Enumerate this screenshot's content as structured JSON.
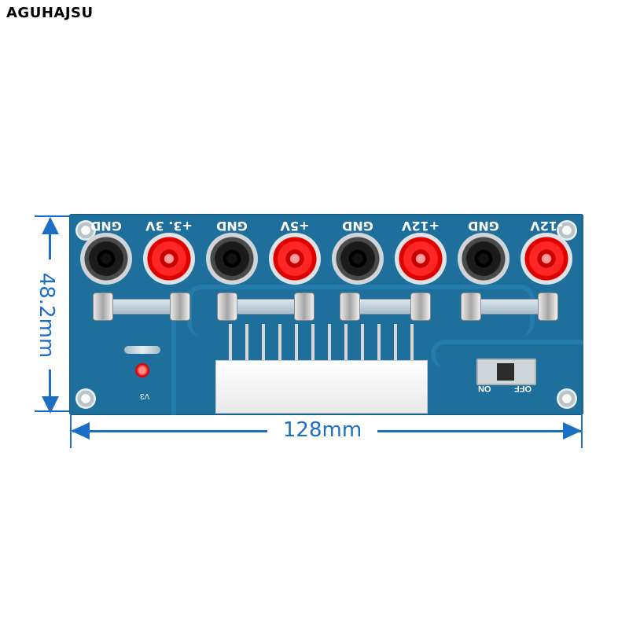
{
  "brand": "AGUHAJSU",
  "dimensions": {
    "height_label": "48.2mm",
    "width_label": "128mm"
  },
  "terminals": [
    {
      "label": "GND",
      "color": "black"
    },
    {
      "label": "+3. 3V",
      "color": "red"
    },
    {
      "label": "GND",
      "color": "black"
    },
    {
      "label": "+5V",
      "color": "red"
    },
    {
      "label": "GND",
      "color": "black"
    },
    {
      "label": "+12V",
      "color": "red"
    },
    {
      "label": "GND",
      "color": "black"
    },
    {
      "label": "-12V",
      "color": "red"
    }
  ],
  "switch": {
    "on_label": "ON",
    "off_label": "OFF"
  },
  "pcb_marking": "V3",
  "colors": {
    "board": "#1f6f9c",
    "dimension": "#1d6fc4"
  }
}
